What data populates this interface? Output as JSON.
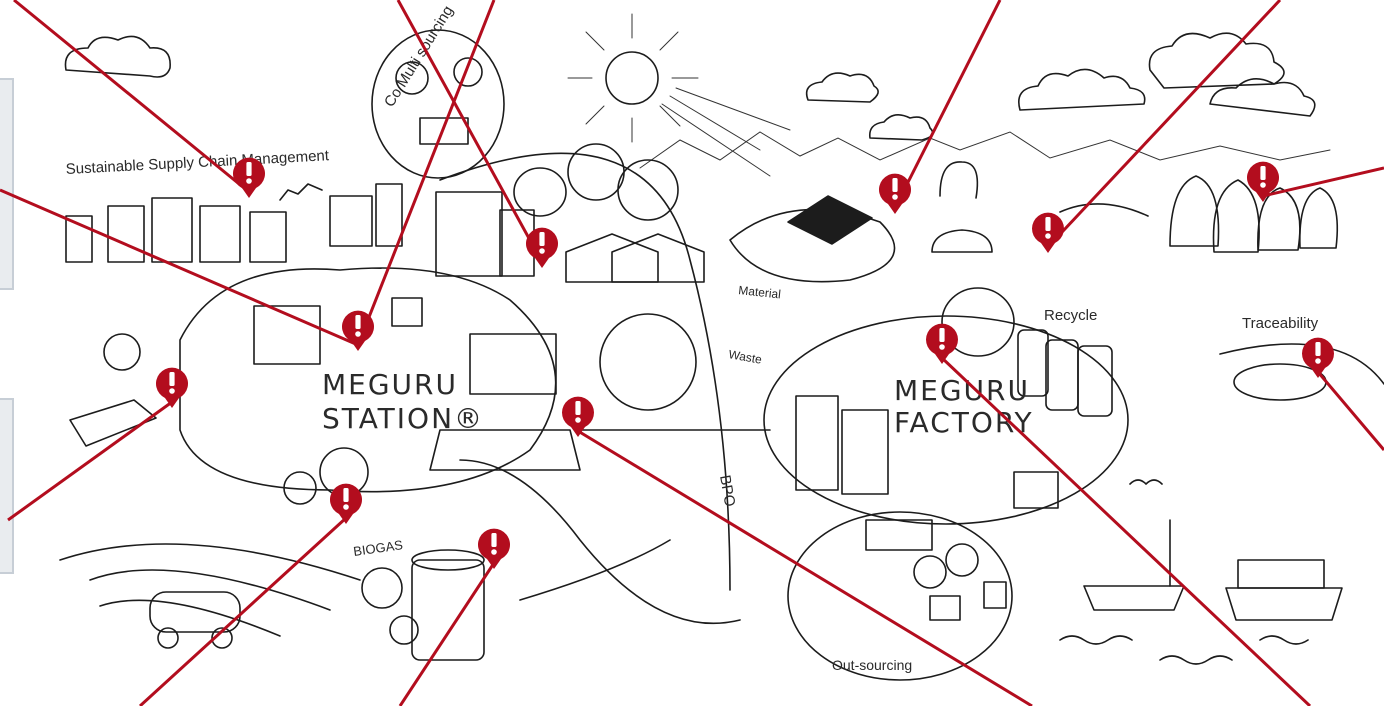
{
  "labels": {
    "scsm": "Sustainable Supply Chain Management",
    "multisourcing": "Co Multi sourcing",
    "station_line1": "MEGURU",
    "station_line2": "STATION®",
    "factory_line1": "MEGURU",
    "factory_line2": "FACTORY",
    "recycle": "Recycle",
    "traceability": "Traceability",
    "material": "Material",
    "waste": "Waste",
    "bpo": "BPO",
    "biogas": "BIOGAS",
    "outsourcing": "Out-sourcing"
  },
  "colors": {
    "pin": "#b30d1e",
    "connector": "#b30d1e",
    "ink": "#1c1c1c",
    "background": "#ffffff",
    "side_panel": "#e9ecef"
  },
  "icons": {
    "pin": "exclamation-map-pin-icon"
  },
  "hotspots": [
    {
      "id": "hotspot-1",
      "name": "sustainable-supply-chain"
    },
    {
      "id": "hotspot-2",
      "name": "meguru-station-left"
    },
    {
      "id": "hotspot-3",
      "name": "farm-transport"
    },
    {
      "id": "hotspot-4",
      "name": "meguru-station-center"
    },
    {
      "id": "hotspot-5",
      "name": "warehouse"
    },
    {
      "id": "hotspot-6",
      "name": "app-payment"
    },
    {
      "id": "hotspot-7",
      "name": "biogas-tank"
    },
    {
      "id": "hotspot-8",
      "name": "market-stall"
    },
    {
      "id": "hotspot-9",
      "name": "solar-power"
    },
    {
      "id": "hotspot-10",
      "name": "recycle-livestock"
    },
    {
      "id": "hotspot-11",
      "name": "meguru-factory"
    },
    {
      "id": "hotspot-12",
      "name": "forest"
    },
    {
      "id": "hotspot-13",
      "name": "traceability-sea"
    }
  ]
}
